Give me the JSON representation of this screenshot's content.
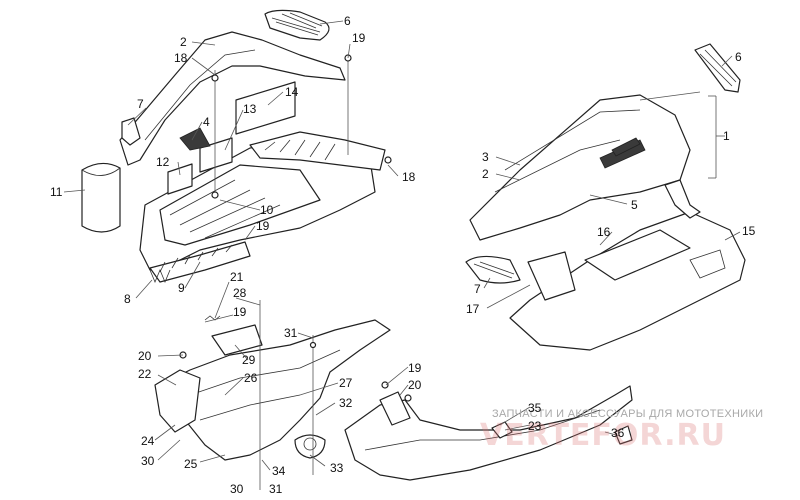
{
  "diagram": {
    "callouts": [
      "1",
      "2",
      "3",
      "4",
      "5",
      "6",
      "7",
      "8",
      "9",
      "10",
      "11",
      "12",
      "13",
      "14",
      "15",
      "16",
      "17",
      "18",
      "19",
      "20",
      "21",
      "22",
      "23",
      "24",
      "25",
      "26",
      "27",
      "28",
      "29",
      "30",
      "31",
      "32",
      "33",
      "34",
      "35",
      "36"
    ],
    "watermark": {
      "subtitle": "ЗАПЧАСТИ И АКСЕССУАРЫ ДЛЯ МОТОТЕХНИКИ",
      "brand": "VERTEFOR.RU"
    },
    "colors": {
      "line": "#222222",
      "watermark_text": "#a8a8a8",
      "watermark_brand": "#dc7878"
    }
  }
}
